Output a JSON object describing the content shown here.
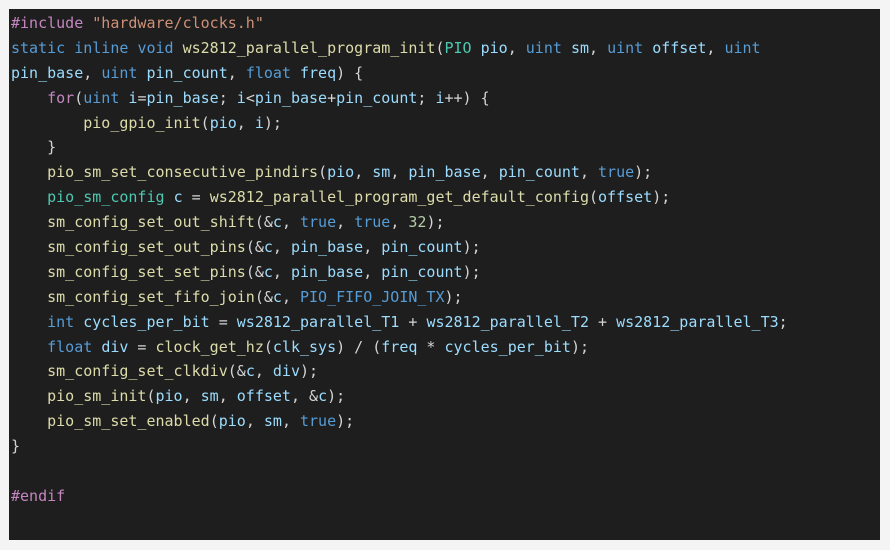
{
  "editor": {
    "colors": {
      "background": "#1e1e1e",
      "page": "#f4f4f4",
      "plain": "#d4d4d4",
      "preprocessor": "#c586c0",
      "string": "#ce9178",
      "keyword": "#569cd6",
      "control": "#c586c0",
      "type": "#4ec9b0",
      "function": "#dcdcaa",
      "variable": "#9cdcfe",
      "number": "#b5cea8"
    },
    "lines": [
      [
        {
          "c": "pp",
          "t": "#include "
        },
        {
          "c": "str",
          "t": "\"hardware/clocks.h\""
        }
      ],
      [
        {
          "c": "kw",
          "t": "static"
        },
        {
          "c": "pl",
          "t": " "
        },
        {
          "c": "kw",
          "t": "inline"
        },
        {
          "c": "pl",
          "t": " "
        },
        {
          "c": "kw",
          "t": "void"
        },
        {
          "c": "pl",
          "t": " "
        },
        {
          "c": "fn",
          "t": "ws2812_parallel_program_init"
        },
        {
          "c": "pl",
          "t": "("
        },
        {
          "c": "typ",
          "t": "PIO"
        },
        {
          "c": "pl",
          "t": " "
        },
        {
          "c": "var",
          "t": "pio"
        },
        {
          "c": "pl",
          "t": ", "
        },
        {
          "c": "kw",
          "t": "uint"
        },
        {
          "c": "pl",
          "t": " "
        },
        {
          "c": "var",
          "t": "sm"
        },
        {
          "c": "pl",
          "t": ", "
        },
        {
          "c": "kw",
          "t": "uint"
        },
        {
          "c": "pl",
          "t": " "
        },
        {
          "c": "var",
          "t": "offset"
        },
        {
          "c": "pl",
          "t": ", "
        },
        {
          "c": "kw",
          "t": "uint"
        }
      ],
      [
        {
          "c": "var",
          "t": "pin_base"
        },
        {
          "c": "pl",
          "t": ", "
        },
        {
          "c": "kw",
          "t": "uint"
        },
        {
          "c": "pl",
          "t": " "
        },
        {
          "c": "var",
          "t": "pin_count"
        },
        {
          "c": "pl",
          "t": ", "
        },
        {
          "c": "kw",
          "t": "float"
        },
        {
          "c": "pl",
          "t": " "
        },
        {
          "c": "var",
          "t": "freq"
        },
        {
          "c": "pl",
          "t": ") {"
        }
      ],
      [
        {
          "c": "pl",
          "t": "    "
        },
        {
          "c": "ctl",
          "t": "for"
        },
        {
          "c": "pl",
          "t": "("
        },
        {
          "c": "kw",
          "t": "uint"
        },
        {
          "c": "pl",
          "t": " "
        },
        {
          "c": "var",
          "t": "i"
        },
        {
          "c": "pl",
          "t": "="
        },
        {
          "c": "var",
          "t": "pin_base"
        },
        {
          "c": "pl",
          "t": "; "
        },
        {
          "c": "var",
          "t": "i"
        },
        {
          "c": "pl",
          "t": "<"
        },
        {
          "c": "var",
          "t": "pin_base"
        },
        {
          "c": "pl",
          "t": "+"
        },
        {
          "c": "var",
          "t": "pin_count"
        },
        {
          "c": "pl",
          "t": "; "
        },
        {
          "c": "var",
          "t": "i"
        },
        {
          "c": "pl",
          "t": "++) {"
        }
      ],
      [
        {
          "c": "pl",
          "t": "        "
        },
        {
          "c": "fn",
          "t": "pio_gpio_init"
        },
        {
          "c": "pl",
          "t": "("
        },
        {
          "c": "var",
          "t": "pio"
        },
        {
          "c": "pl",
          "t": ", "
        },
        {
          "c": "var",
          "t": "i"
        },
        {
          "c": "pl",
          "t": ");"
        }
      ],
      [
        {
          "c": "pl",
          "t": "    }"
        }
      ],
      [
        {
          "c": "pl",
          "t": "    "
        },
        {
          "c": "fn",
          "t": "pio_sm_set_consecutive_pindirs"
        },
        {
          "c": "pl",
          "t": "("
        },
        {
          "c": "var",
          "t": "pio"
        },
        {
          "c": "pl",
          "t": ", "
        },
        {
          "c": "var",
          "t": "sm"
        },
        {
          "c": "pl",
          "t": ", "
        },
        {
          "c": "var",
          "t": "pin_base"
        },
        {
          "c": "pl",
          "t": ", "
        },
        {
          "c": "var",
          "t": "pin_count"
        },
        {
          "c": "pl",
          "t": ", "
        },
        {
          "c": "kw",
          "t": "true"
        },
        {
          "c": "pl",
          "t": ");"
        }
      ],
      [
        {
          "c": "pl",
          "t": "    "
        },
        {
          "c": "typ",
          "t": "pio_sm_config"
        },
        {
          "c": "pl",
          "t": " "
        },
        {
          "c": "var",
          "t": "c"
        },
        {
          "c": "pl",
          "t": " = "
        },
        {
          "c": "fn",
          "t": "ws2812_parallel_program_get_default_config"
        },
        {
          "c": "pl",
          "t": "("
        },
        {
          "c": "var",
          "t": "offset"
        },
        {
          "c": "pl",
          "t": ");"
        }
      ],
      [
        {
          "c": "pl",
          "t": "    "
        },
        {
          "c": "fn",
          "t": "sm_config_set_out_shift"
        },
        {
          "c": "pl",
          "t": "(&"
        },
        {
          "c": "var",
          "t": "c"
        },
        {
          "c": "pl",
          "t": ", "
        },
        {
          "c": "kw",
          "t": "true"
        },
        {
          "c": "pl",
          "t": ", "
        },
        {
          "c": "kw",
          "t": "true"
        },
        {
          "c": "pl",
          "t": ", "
        },
        {
          "c": "num",
          "t": "32"
        },
        {
          "c": "pl",
          "t": ");"
        }
      ],
      [
        {
          "c": "pl",
          "t": "    "
        },
        {
          "c": "fn",
          "t": "sm_config_set_out_pins"
        },
        {
          "c": "pl",
          "t": "(&"
        },
        {
          "c": "var",
          "t": "c"
        },
        {
          "c": "pl",
          "t": ", "
        },
        {
          "c": "var",
          "t": "pin_base"
        },
        {
          "c": "pl",
          "t": ", "
        },
        {
          "c": "var",
          "t": "pin_count"
        },
        {
          "c": "pl",
          "t": ");"
        }
      ],
      [
        {
          "c": "pl",
          "t": "    "
        },
        {
          "c": "fn",
          "t": "sm_config_set_set_pins"
        },
        {
          "c": "pl",
          "t": "(&"
        },
        {
          "c": "var",
          "t": "c"
        },
        {
          "c": "pl",
          "t": ", "
        },
        {
          "c": "var",
          "t": "pin_base"
        },
        {
          "c": "pl",
          "t": ", "
        },
        {
          "c": "var",
          "t": "pin_count"
        },
        {
          "c": "pl",
          "t": ");"
        }
      ],
      [
        {
          "c": "pl",
          "t": "    "
        },
        {
          "c": "fn",
          "t": "sm_config_set_fifo_join"
        },
        {
          "c": "pl",
          "t": "(&"
        },
        {
          "c": "var",
          "t": "c"
        },
        {
          "c": "pl",
          "t": ", "
        },
        {
          "c": "macro",
          "t": "PIO_FIFO_JOIN_TX"
        },
        {
          "c": "pl",
          "t": ");"
        }
      ],
      [
        {
          "c": "pl",
          "t": "    "
        },
        {
          "c": "kw",
          "t": "int"
        },
        {
          "c": "pl",
          "t": " "
        },
        {
          "c": "var",
          "t": "cycles_per_bit"
        },
        {
          "c": "pl",
          "t": " = "
        },
        {
          "c": "var",
          "t": "ws2812_parallel_T1"
        },
        {
          "c": "pl",
          "t": " + "
        },
        {
          "c": "var",
          "t": "ws2812_parallel_T2"
        },
        {
          "c": "pl",
          "t": " + "
        },
        {
          "c": "var",
          "t": "ws2812_parallel_T3"
        },
        {
          "c": "pl",
          "t": ";"
        }
      ],
      [
        {
          "c": "pl",
          "t": "    "
        },
        {
          "c": "kw",
          "t": "float"
        },
        {
          "c": "pl",
          "t": " "
        },
        {
          "c": "var",
          "t": "div"
        },
        {
          "c": "pl",
          "t": " = "
        },
        {
          "c": "fn",
          "t": "clock_get_hz"
        },
        {
          "c": "pl",
          "t": "("
        },
        {
          "c": "var",
          "t": "clk_sys"
        },
        {
          "c": "pl",
          "t": ") / ("
        },
        {
          "c": "var",
          "t": "freq"
        },
        {
          "c": "pl",
          "t": " * "
        },
        {
          "c": "var",
          "t": "cycles_per_bit"
        },
        {
          "c": "pl",
          "t": ");"
        }
      ],
      [
        {
          "c": "pl",
          "t": "    "
        },
        {
          "c": "fn",
          "t": "sm_config_set_clkdiv"
        },
        {
          "c": "pl",
          "t": "(&"
        },
        {
          "c": "var",
          "t": "c"
        },
        {
          "c": "pl",
          "t": ", "
        },
        {
          "c": "var",
          "t": "div"
        },
        {
          "c": "pl",
          "t": ");"
        }
      ],
      [
        {
          "c": "pl",
          "t": "    "
        },
        {
          "c": "fn",
          "t": "pio_sm_init"
        },
        {
          "c": "pl",
          "t": "("
        },
        {
          "c": "var",
          "t": "pio"
        },
        {
          "c": "pl",
          "t": ", "
        },
        {
          "c": "var",
          "t": "sm"
        },
        {
          "c": "pl",
          "t": ", "
        },
        {
          "c": "var",
          "t": "offset"
        },
        {
          "c": "pl",
          "t": ", &"
        },
        {
          "c": "var",
          "t": "c"
        },
        {
          "c": "pl",
          "t": ");"
        }
      ],
      [
        {
          "c": "pl",
          "t": "    "
        },
        {
          "c": "fn",
          "t": "pio_sm_set_enabled"
        },
        {
          "c": "pl",
          "t": "("
        },
        {
          "c": "var",
          "t": "pio"
        },
        {
          "c": "pl",
          "t": ", "
        },
        {
          "c": "var",
          "t": "sm"
        },
        {
          "c": "pl",
          "t": ", "
        },
        {
          "c": "kw",
          "t": "true"
        },
        {
          "c": "pl",
          "t": ");"
        }
      ],
      [
        {
          "c": "pl",
          "t": "}"
        }
      ],
      [],
      [
        {
          "c": "pp",
          "t": "#endif"
        }
      ]
    ]
  }
}
